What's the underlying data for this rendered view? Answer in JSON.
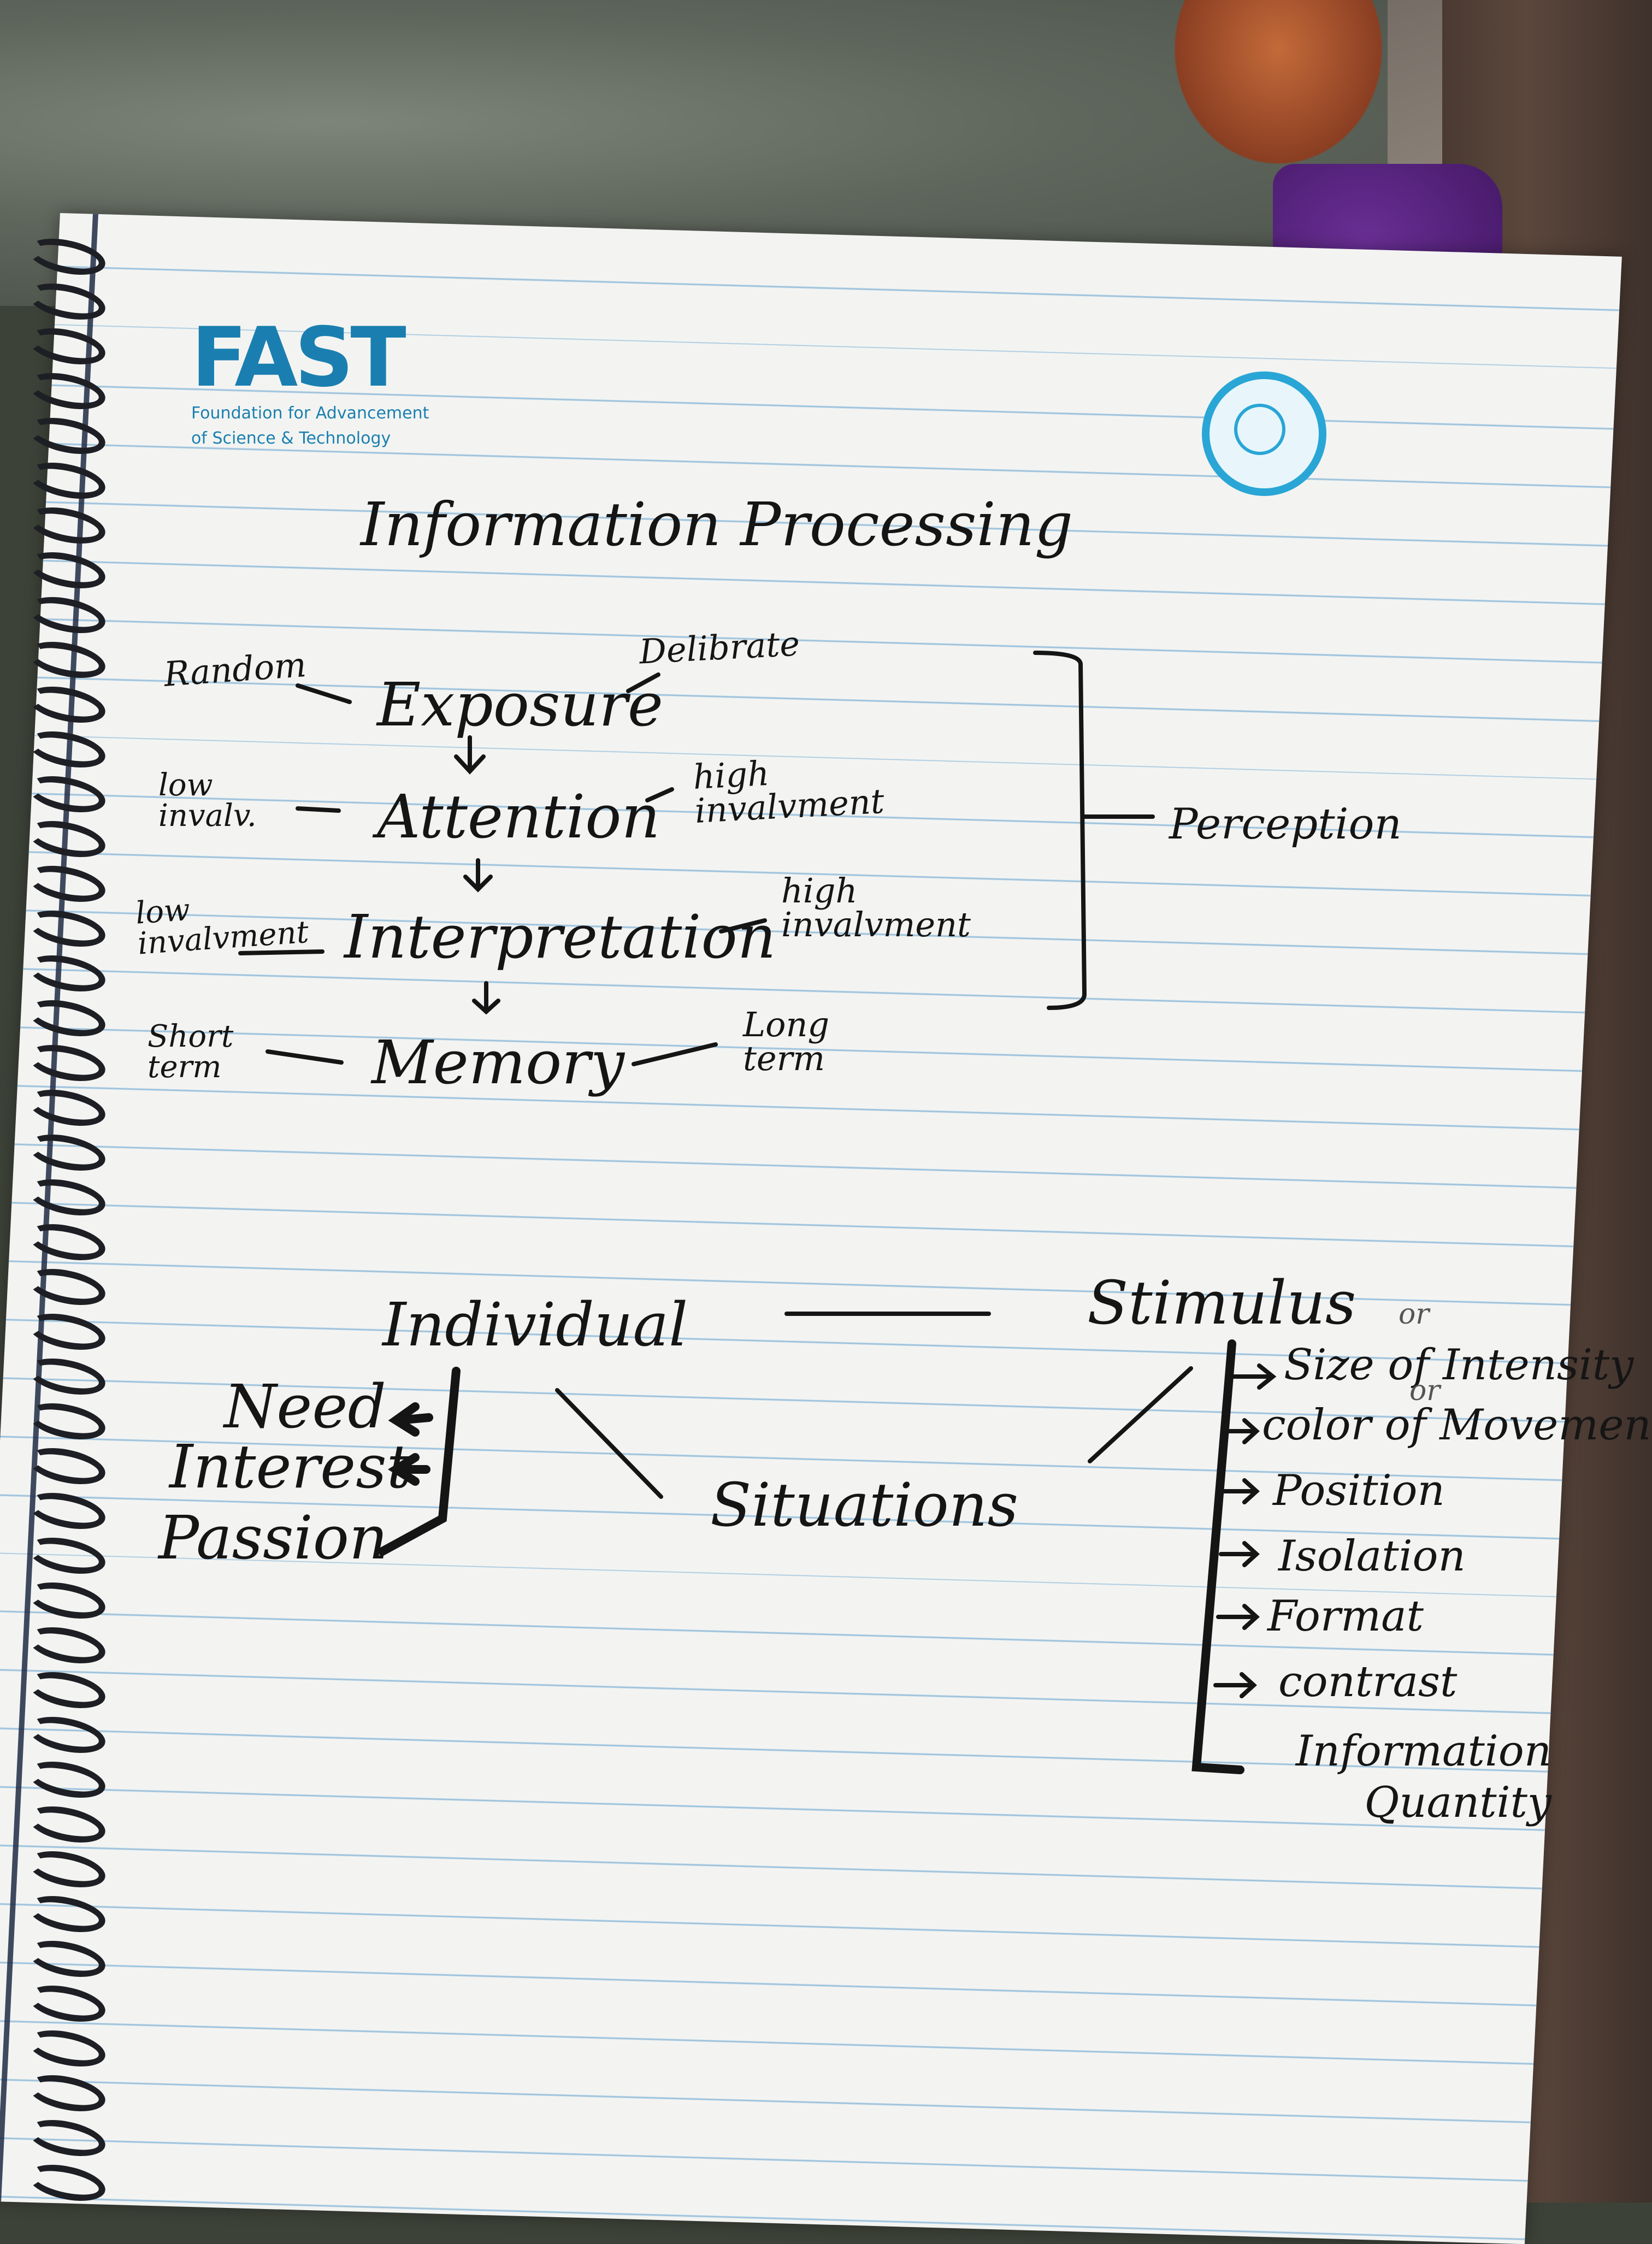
{
  "logo": {
    "mark": "FAST",
    "line1": "Foundation for Advancement",
    "line2": "of Science & Technology"
  },
  "seal": {
    "icon": "university-seal-icon"
  },
  "notes": {
    "title": "Information Processing",
    "flow": {
      "stages": [
        "Exposure",
        "Attention",
        "Interpretation",
        "Memory"
      ],
      "left": [
        "Random",
        "low invalv.",
        "low invalvment",
        "Short term"
      ],
      "right": [
        "Delibrate",
        "high invalvment",
        "high invalvment",
        "Long term"
      ],
      "bracket_label": "Perception"
    },
    "model": {
      "individual": "Individual",
      "stimulus": "Stimulus",
      "situations": "Situations",
      "individual_factors": [
        "Need",
        "Interest",
        "Passion"
      ],
      "stimulus_factors": [
        "Size of Intensity",
        "color of Movement",
        "Position",
        "Isolation",
        "Format",
        "contrast",
        "Information Quantity"
      ],
      "correction": "or"
    }
  }
}
